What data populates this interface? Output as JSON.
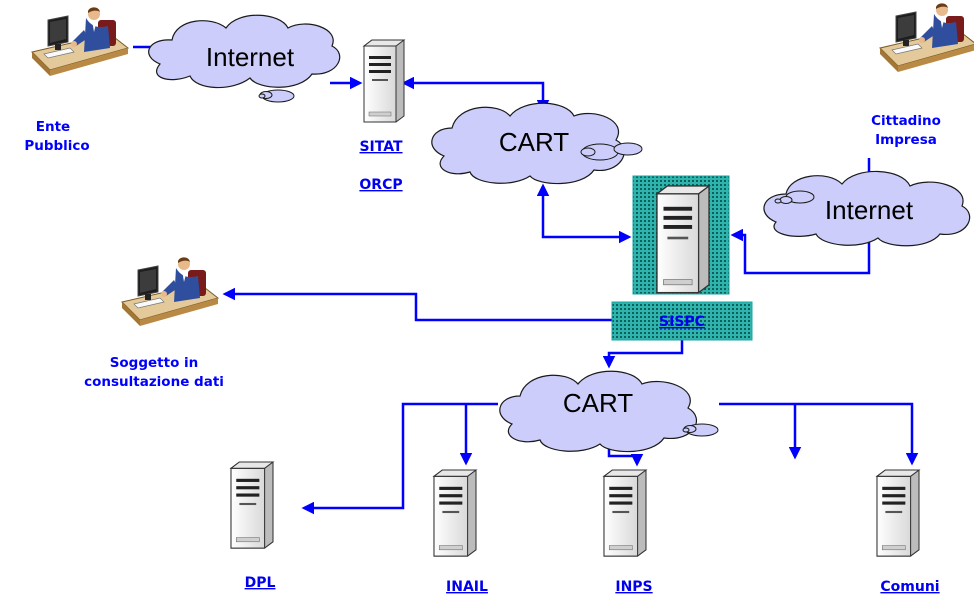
{
  "colors": {
    "connector": "#0000ff",
    "cloud_fill": "#cccdfa",
    "cloud_stroke": "#1a1a1a",
    "label_text": "#0000ff",
    "link_text": "#0000ee",
    "sispc_frame": "#1aa6a0"
  },
  "clouds": {
    "internet_top": "Internet",
    "cart_upper": "CART",
    "internet_right": "Internet",
    "cart_lower": "CART"
  },
  "actors": {
    "ente_pubblico": {
      "icon": "user-at-desk-icon",
      "line1": "Ente",
      "line2": "Pubblico"
    },
    "cittadino_impresa": {
      "icon": "user-at-desk-icon",
      "line1": "Cittadino",
      "line2": "Impresa"
    },
    "soggetto": {
      "icon": "user-at-desk-icon",
      "line1": "Soggetto in",
      "line2": "consultazione dati"
    }
  },
  "servers": {
    "sitat": {
      "icon": "server-icon",
      "label1": "SITAT",
      "label2": "ORCP"
    },
    "sispc": {
      "icon": "server-icon",
      "label": "SISPC"
    },
    "dpl": {
      "icon": "server-icon",
      "label": "DPL"
    },
    "inail": {
      "icon": "server-icon",
      "label": "INAIL"
    },
    "inps": {
      "icon": "server-icon",
      "label": "INPS"
    },
    "comuni": {
      "icon": "server-icon",
      "label": "Comuni"
    }
  }
}
